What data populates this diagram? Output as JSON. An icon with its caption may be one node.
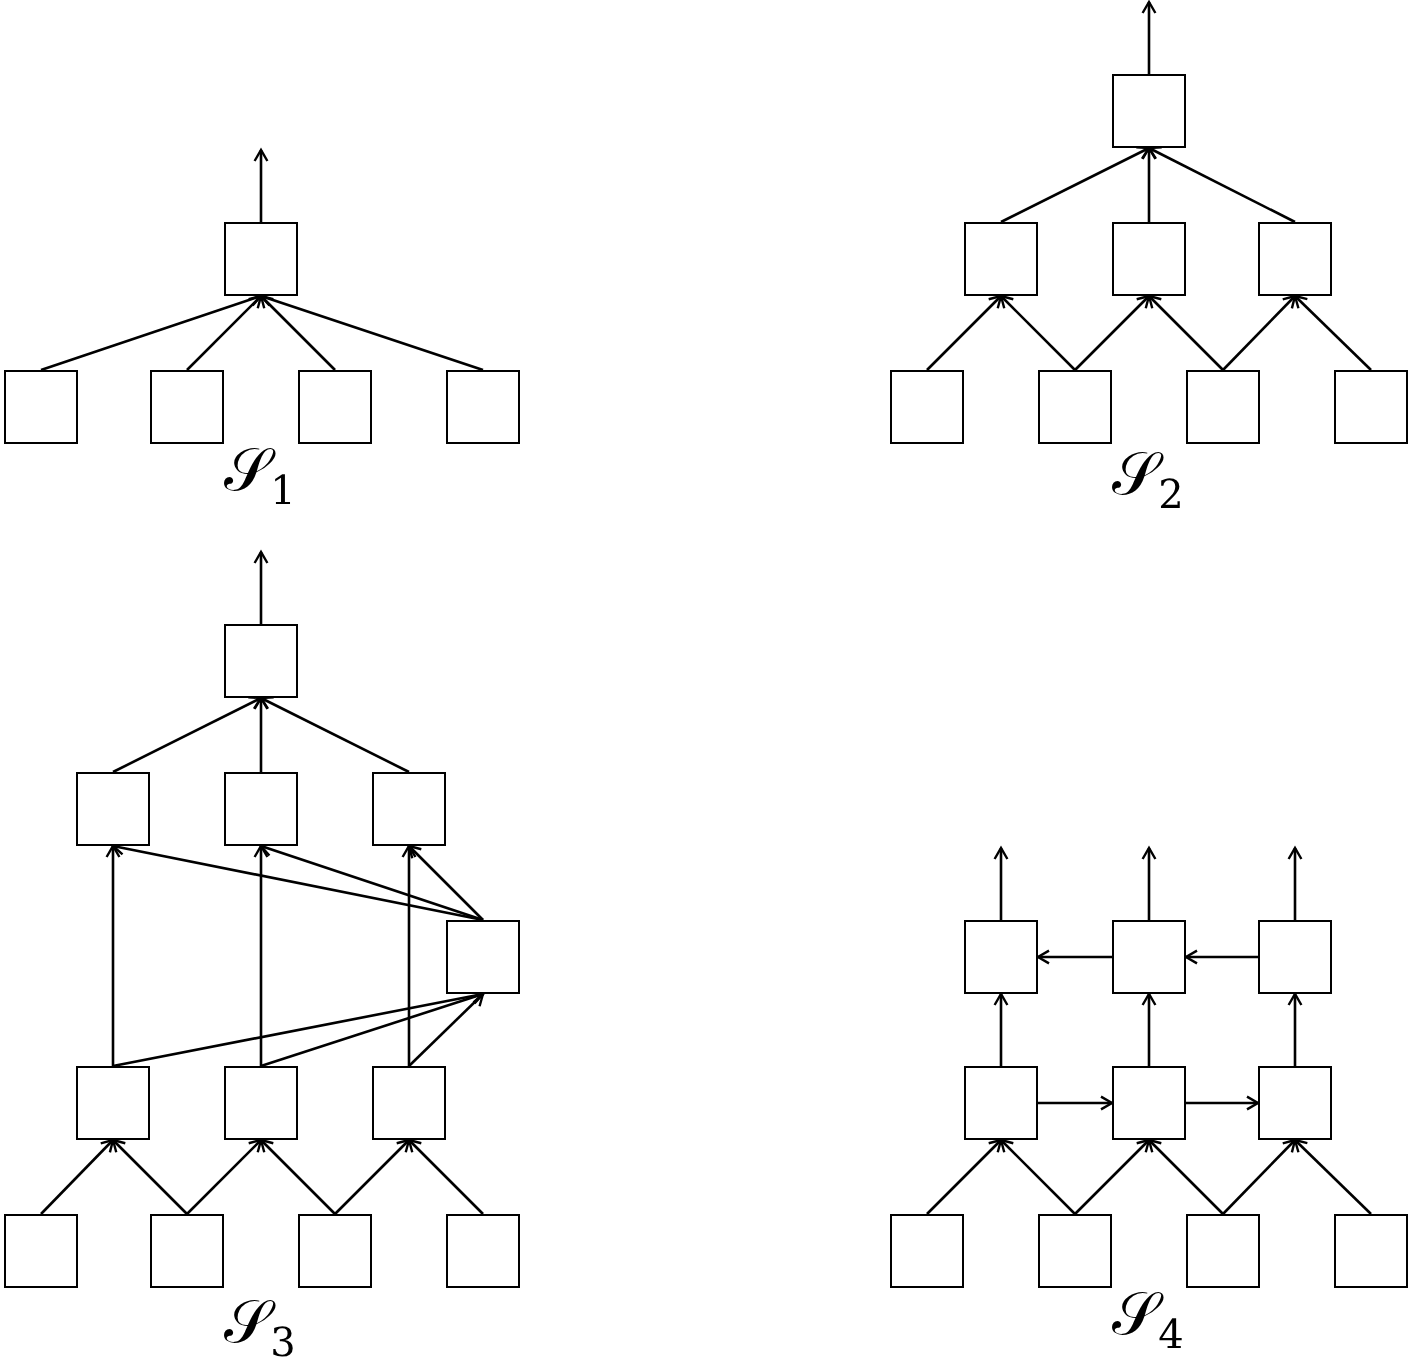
{
  "diagram": {
    "nodes": [
      {
        "text": [],
        "shape": "box"
      },
      {
        "text": [],
        "shape": "box"
      },
      {
        "text": [],
        "shape": "box"
      },
      {
        "text": [],
        "shape": "box"
      },
      {
        "text": [],
        "shape": "box"
      },
      {
        "text": [],
        "shape": "box"
      },
      {
        "text": [],
        "shape": "box"
      },
      {
        "text": [],
        "shape": "box"
      },
      {
        "text": [],
        "shape": "box"
      },
      {
        "text": [],
        "shape": "box"
      },
      {
        "text": [],
        "shape": "box"
      },
      {
        "text": [],
        "shape": "box"
      },
      {
        "text": [],
        "shape": "box"
      },
      {
        "text": [],
        "shape": "box"
      },
      {
        "text": [],
        "shape": "box"
      },
      {
        "text": [],
        "shape": "box"
      },
      {
        "text": [],
        "shape": "box"
      },
      {
        "text": [],
        "shape": "box"
      },
      {
        "text": [],
        "shape": "box"
      },
      {
        "text": [],
        "shape": "box"
      },
      {
        "text": [],
        "shape": "box"
      },
      {
        "text": [],
        "shape": "box"
      },
      {
        "text": [],
        "shape": "box"
      },
      {
        "text": [],
        "shape": "box"
      },
      {
        "text": [],
        "shape": "box"
      },
      {
        "text": [],
        "shape": "box"
      },
      {
        "text": [],
        "shape": "box"
      },
      {
        "text": [],
        "shape": "box"
      },
      {
        "text": [],
        "shape": "box"
      },
      {
        "text": [],
        "shape": "box"
      },
      {
        "text": [],
        "shape": "box"
      },
      {
        "text": [],
        "shape": "box"
      },
      {
        "text": [],
        "shape": "box"
      },
      {
        "text": [],
        "shape": "box"
      },
      {
        "text": [],
        "shape": "box"
      }
    ],
    "edges": [
      {
        "from": 0,
        "to": null,
        "arrow": "to"
      },
      {
        "from": 1,
        "to": 0,
        "arrow": "to"
      },
      {
        "from": 2,
        "to": 0,
        "arrow": "to"
      },
      {
        "from": 3,
        "to": 0,
        "arrow": "to"
      },
      {
        "from": 4,
        "to": 0,
        "arrow": "to"
      },
      {
        "from": 5,
        "to": null,
        "arrow": "to"
      },
      {
        "from": 6,
        "to": 5,
        "arrow": "to"
      },
      {
        "from": 7,
        "to": 5,
        "arrow": "to"
      },
      {
        "from": 8,
        "to": 5,
        "arrow": "to"
      },
      {
        "from": 9,
        "to": 6,
        "arrow": "to"
      },
      {
        "from": 10,
        "to": 6,
        "arrow": "to"
      },
      {
        "from": 10,
        "to": 7,
        "arrow": "to"
      },
      {
        "from": 11,
        "to": 7,
        "arrow": "to"
      },
      {
        "from": 11,
        "to": 8,
        "arrow": "to"
      },
      {
        "from": 12,
        "to": 8,
        "arrow": "to"
      },
      {
        "from": 13,
        "to": null,
        "arrow": "to"
      },
      {
        "from": 14,
        "to": 13,
        "arrow": "to"
      },
      {
        "from": 15,
        "to": 13,
        "arrow": "to"
      },
      {
        "from": 16,
        "to": 13,
        "arrow": "to"
      },
      {
        "from": 17,
        "to": 14,
        "arrow": "to"
      },
      {
        "from": 17,
        "to": 15,
        "arrow": "to"
      },
      {
        "from": 17,
        "to": 16,
        "arrow": "to"
      },
      {
        "from": 18,
        "to": 14,
        "arrow": "to"
      },
      {
        "from": 19,
        "to": 15,
        "arrow": "to"
      },
      {
        "from": 20,
        "to": 16,
        "arrow": "to"
      },
      {
        "from": 18,
        "to": 17,
        "arrow": "to"
      },
      {
        "from": 19,
        "to": 17,
        "arrow": "to"
      },
      {
        "from": 20,
        "to": 17,
        "arrow": "to"
      },
      {
        "from": 21,
        "to": 18,
        "arrow": "to"
      },
      {
        "from": 22,
        "to": 18,
        "arrow": "to"
      },
      {
        "from": 22,
        "to": 19,
        "arrow": "to"
      },
      {
        "from": 23,
        "to": 19,
        "arrow": "to"
      },
      {
        "from": 23,
        "to": 20,
        "arrow": "to"
      },
      {
        "from": 24,
        "to": 20,
        "arrow": "to"
      },
      {
        "from": 25,
        "to": null,
        "arrow": "to"
      },
      {
        "from": 26,
        "to": null,
        "arrow": "to"
      },
      {
        "from": 27,
        "to": null,
        "arrow": "to"
      },
      {
        "from": 26,
        "to": 25,
        "arrow": "to"
      },
      {
        "from": 27,
        "to": 26,
        "arrow": "to"
      },
      {
        "from": 28,
        "to": 25,
        "arrow": "to"
      },
      {
        "from": 29,
        "to": 26,
        "arrow": "to"
      },
      {
        "from": 30,
        "to": 27,
        "arrow": "to"
      },
      {
        "from": 28,
        "to": 29,
        "arrow": "to"
      },
      {
        "from": 29,
        "to": 30,
        "arrow": "to"
      },
      {
        "from": 31,
        "to": 28,
        "arrow": "to"
      },
      {
        "from": 32,
        "to": 28,
        "arrow": "to"
      },
      {
        "from": 32,
        "to": 29,
        "arrow": "to"
      },
      {
        "from": 33,
        "to": 29,
        "arrow": "to"
      },
      {
        "from": 33,
        "to": 30,
        "arrow": "to"
      },
      {
        "from": 34,
        "to": 30,
        "arrow": "to"
      }
    ],
    "labels": [
      "𝒮$_{1}$",
      "𝒮$_{2}$",
      "𝒮$_{3}$",
      "𝒮$_{4}$"
    ]
  }
}
